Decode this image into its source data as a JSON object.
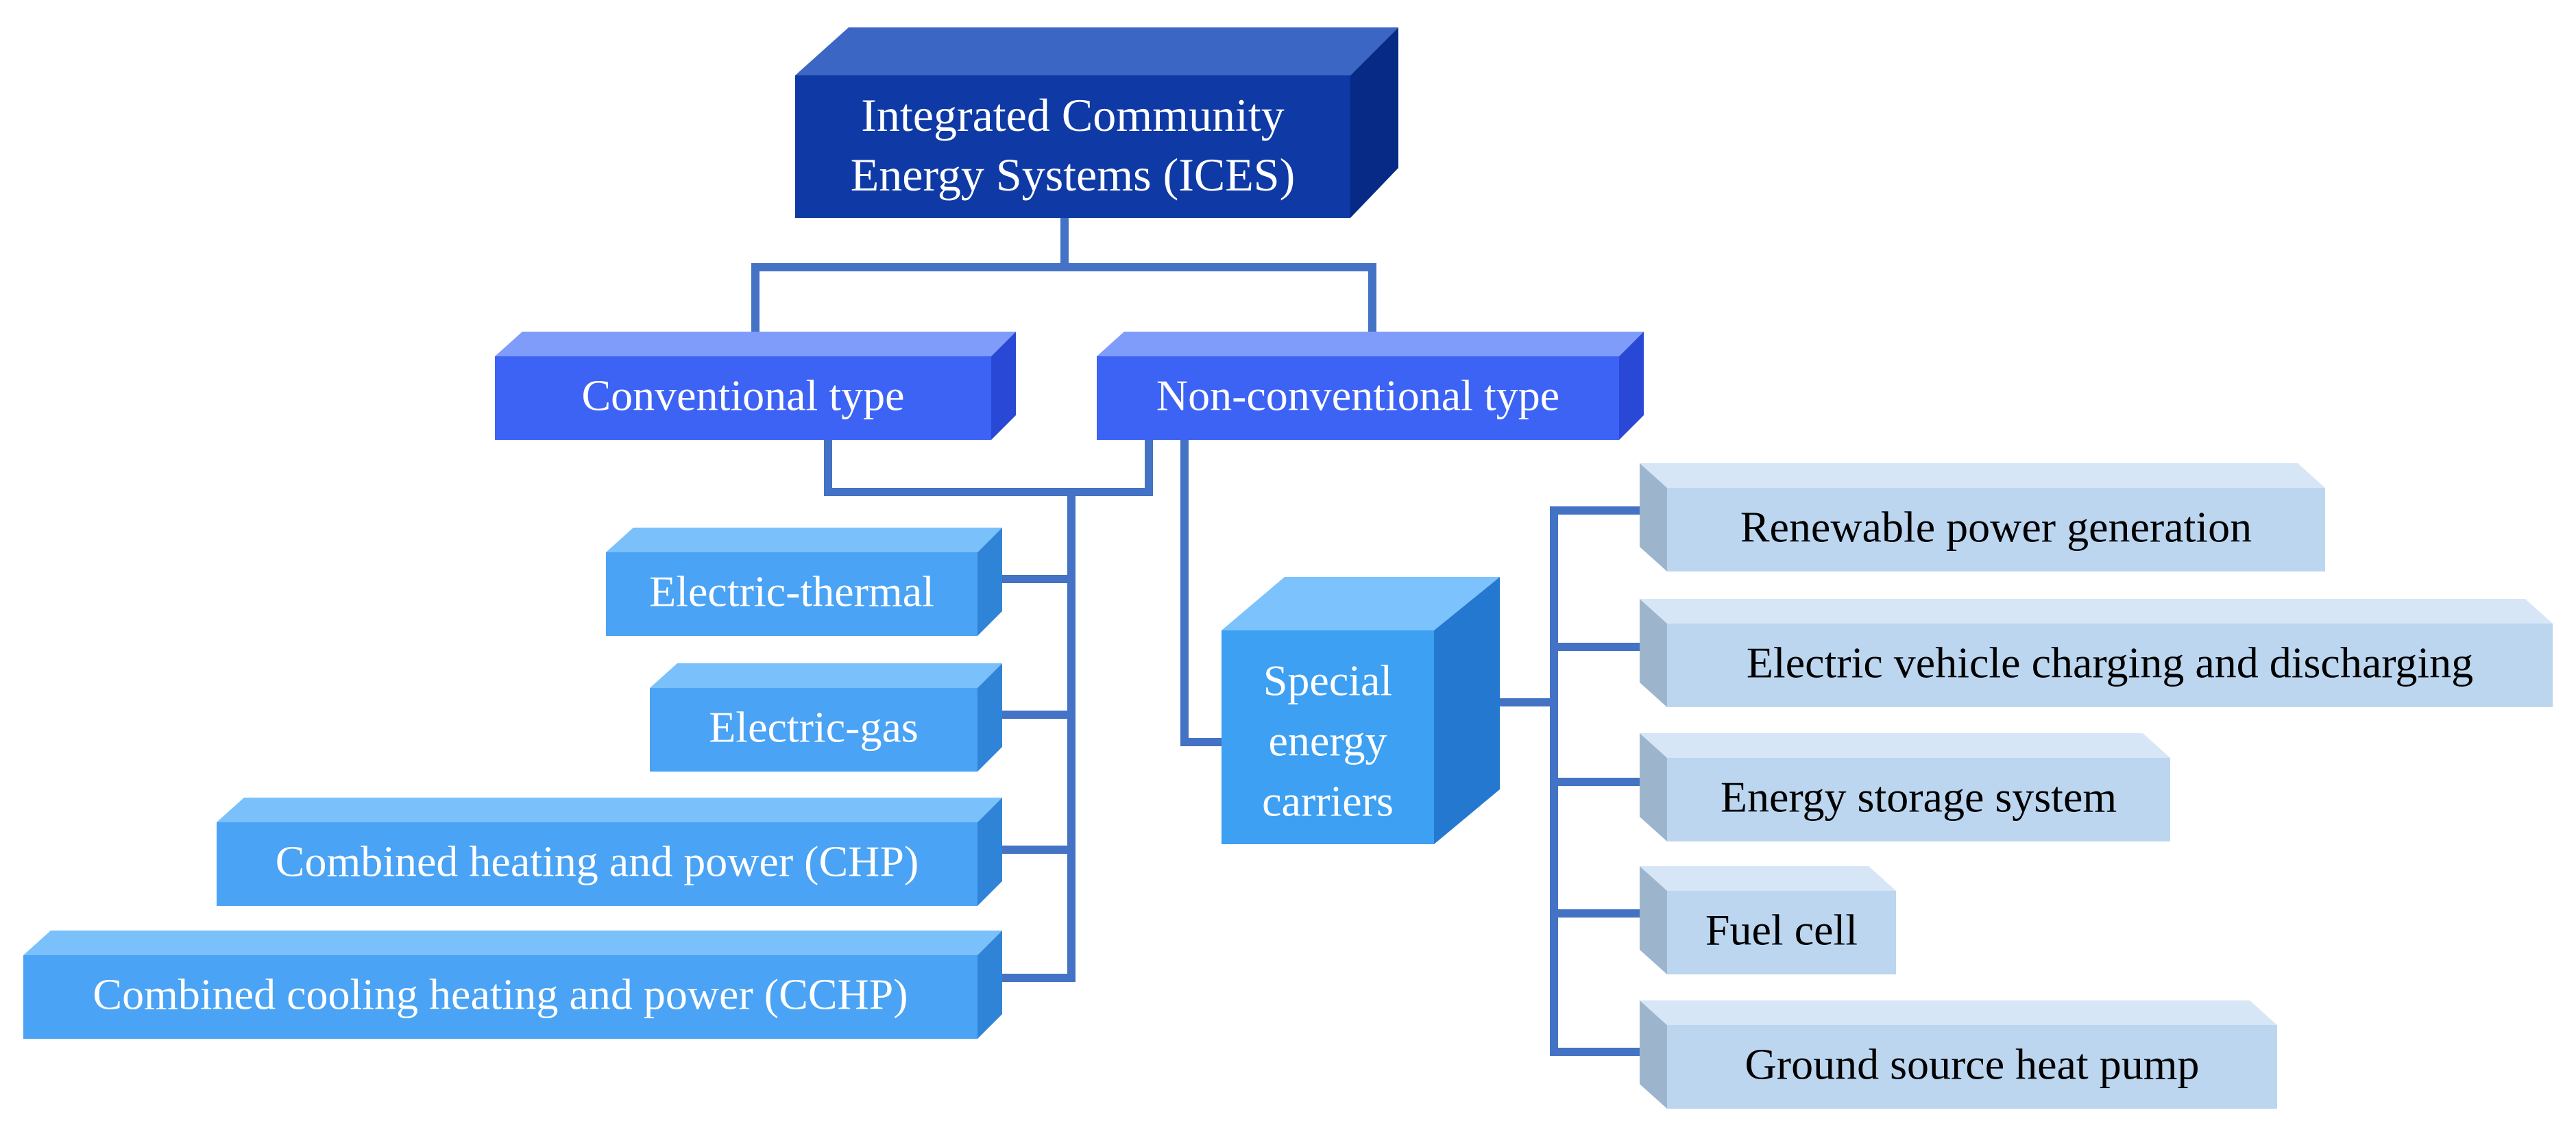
{
  "colors": {
    "connector": "#4472c4",
    "root": {
      "front": "#0f3aa5",
      "top": "#3b66c4",
      "side": "#062a85",
      "text": "#ffffff"
    },
    "category": {
      "front": "#3d63f5",
      "top": "#7f9cfb",
      "side": "#2a48d6",
      "text": "#ffffff"
    },
    "conventional": {
      "front": "#4aa3f4",
      "top": "#7ac0fb",
      "side": "#2f84d8",
      "text": "#ffffff"
    },
    "special": {
      "front": "#3da0f2",
      "top": "#7cc2fc",
      "side": "#2478cf",
      "text": "#ffffff"
    },
    "carrier": {
      "front": "#bcd6ef",
      "top": "#d6e6f6",
      "side": "#9db5cc",
      "text": "#000000"
    }
  },
  "root": {
    "lines": [
      "Integrated Community",
      "Energy Systems (ICES)"
    ]
  },
  "categories": [
    {
      "label": "Conventional type"
    },
    {
      "label": "Non-conventional type"
    }
  ],
  "conventional_items": [
    {
      "label": "Electric-thermal"
    },
    {
      "label": "Electric-gas"
    },
    {
      "label": "Combined heating and power (CHP)"
    },
    {
      "label": "Combined cooling heating and power (CCHP)"
    }
  ],
  "special": {
    "lines": [
      "Special",
      "energy",
      "carriers"
    ]
  },
  "carrier_items": [
    {
      "label": "Renewable power generation"
    },
    {
      "label": "Electric vehicle charging and discharging"
    },
    {
      "label": "Energy storage system"
    },
    {
      "label": "Fuel cell"
    },
    {
      "label": "Ground source heat pump"
    }
  ]
}
